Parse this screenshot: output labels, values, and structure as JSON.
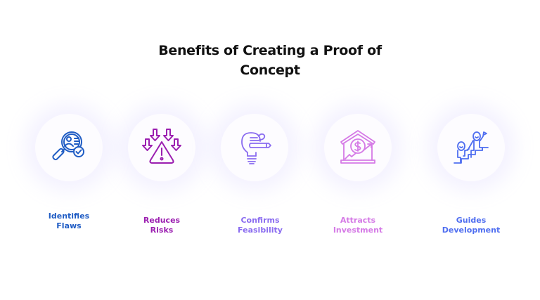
{
  "title": {
    "line1": "Benefits of Creating a Proof of",
    "line2": "Concept"
  },
  "items": [
    {
      "label_line1": "Identifies",
      "label_line2": "Flaws",
      "icon": "magnifier-profile-check-icon",
      "color": "#1f5cc4"
    },
    {
      "label_line1": "Reduces",
      "label_line2": "Risks",
      "icon": "warning-arrows-icon",
      "color": "#9b1fb0"
    },
    {
      "label_line1": "Confirms",
      "label_line2": "Feasibility",
      "icon": "lightbulb-pencil-icon",
      "color": "#8a6cf0"
    },
    {
      "label_line1": "Attracts",
      "label_line2": "Investment",
      "icon": "house-dollar-growth-icon",
      "color": "#d57ae6"
    },
    {
      "label_line1": "Guides",
      "label_line2": "Development",
      "icon": "people-climbing-stairs-icon",
      "color": "#4f6ef0"
    }
  ]
}
